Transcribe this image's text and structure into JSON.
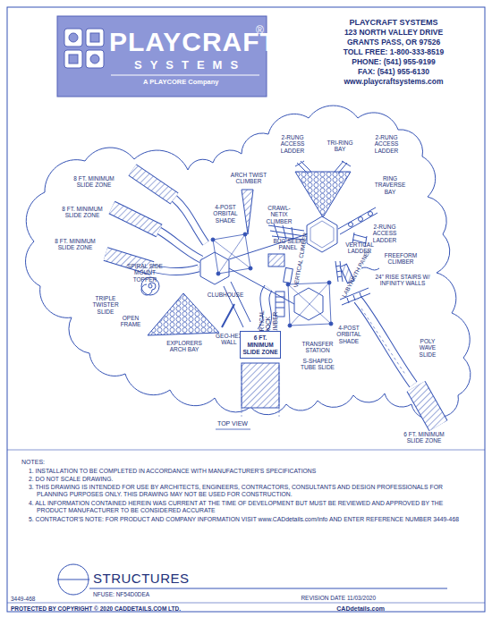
{
  "diagram": {
    "title": "STRUCTURES",
    "nodes": [
      {
        "text": [
          "6 FT. MINIMUM SLIDE ZONE"
        ]
      }
    ],
    "labels": [
      "PLAYCRAFT",
      "®",
      "SYSTEMS",
      "A PLAYCORE Company",
      "PLAYCRAFT SYSTEMS",
      "123 NORTH VALLEY DRIVE",
      "GRANTS PASS, OR 97526",
      "TOLL FREE: 1-800-333-8519",
      "PHONE: (541) 955-9199",
      "FAX: (541) 955-6130",
      "www.playcraftsystems.com",
      "8 FT. MINIMUM SLIDE ZONE",
      "8 FT. MINIMUM SLIDE ZONE",
      "8 FT. MINIMUM SLIDE ZONE",
      "ARCH TWIST CLIMBER",
      "4-POST ORBITAL SHADE",
      "2-RUNG ACCESS LADDER",
      "TRI-RING BAY",
      "2-RUNG ACCESS LADDER",
      "RING TRAVERSE BAY",
      "CRAWL-NETIX CLIMBER",
      "2-RUNG ACCESS LADDER",
      "BUG SEEK PANEL",
      "VERTICAL LADDER",
      "LABYRINTH PANEL",
      "FREEFORM CLIMBER",
      "24\" RISE STAIRS W/ INFINITY WALLS",
      "TRIPLE TWISTER SLIDE",
      "SPIRAL SIDE MOUNT TOPPER",
      "CLUBHOUSE",
      "VERTICAL ROCK CLIMBER",
      "VERTICAL CLIMBER",
      "4-POST ORBITAL SHADE",
      "TRANSFER STATION",
      "S-SHAPED TUBE SLIDE",
      "POLY WAVE SLIDE",
      "OPEN FRAME",
      "EXPLORERS ARCH BAY",
      "GEO-HEX WALL",
      "6 FT. MINIMUM SLIDE ZONE",
      "TOP VIEW",
      "NOTES:",
      "1. INSTALLATION TO BE COMPLETED IN ACCORDANCE WITH MANUFACTURER'S SPECIFICATIONS",
      "2. DO NOT SCALE DRAWING.",
      "3. THIS DRAWING IS INTENDED FOR USE BY ARCHITECTS, ENGINEERS, CONTRACTORS, CONSULTANTS AND DESIGN PROFESSIONALS FOR PLANNING PURPOSES ONLY. THIS DRAWING MAY NOT BE USED FOR CONSTRUCTION.",
      "4. ALL INFORMATION CONTAINED HEREIN WAS CURRENT AT THE TIME OF DEVELOPMENT BUT MUST BE REVIEWED AND APPROVED BY THE PRODUCT MANUFACTURER TO BE CONSIDERED ACCURATE",
      "5. CONTRACTOR'S NOTE: FOR PRODUCT AND COMPANY INFORMATION VISIT www.CADdetails.com/info AND ENTER REFERENCE NUMBER  3449-468",
      "NFUSE: NF54D0DEA",
      "3449-468",
      "REVISION DATE 11/03/2020",
      "PROTECTED BY COPYRIGHT © 2020 CADDETAILS.COM LTD.",
      "CADdetails.com"
    ]
  }
}
